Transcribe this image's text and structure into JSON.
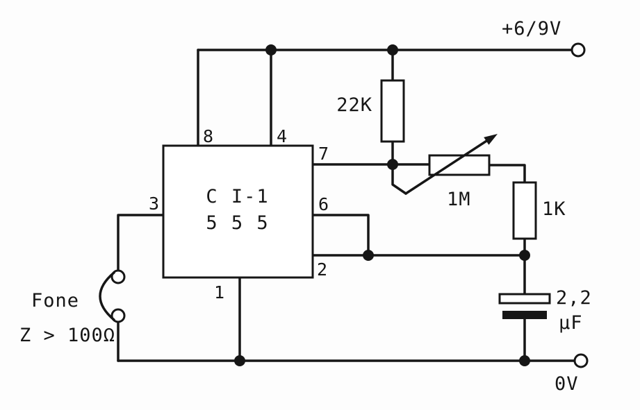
{
  "diagram": {
    "kind": "hand-drawn circuit schematic",
    "subject": "555 timer audio oscillator driving an earphone"
  },
  "colors": {
    "ink": "#161616",
    "background": "#fdfdfd"
  },
  "labels": {
    "supply": "+6/9V",
    "ground": "0V",
    "ic_line1": "C I-1",
    "ic_line2": "5 5 5",
    "resistor_22k": "22K",
    "potentiometer_1m": "1M",
    "resistor_1k": "1K",
    "cap_value": "2,2",
    "cap_unit": "µF",
    "phone": "Fone",
    "phone_impedance": "Z > 100Ω",
    "pins": {
      "p1": "1",
      "p2": "2",
      "p3": "3",
      "p4": "4",
      "p6": "6",
      "p7": "7",
      "p8": "8"
    }
  }
}
